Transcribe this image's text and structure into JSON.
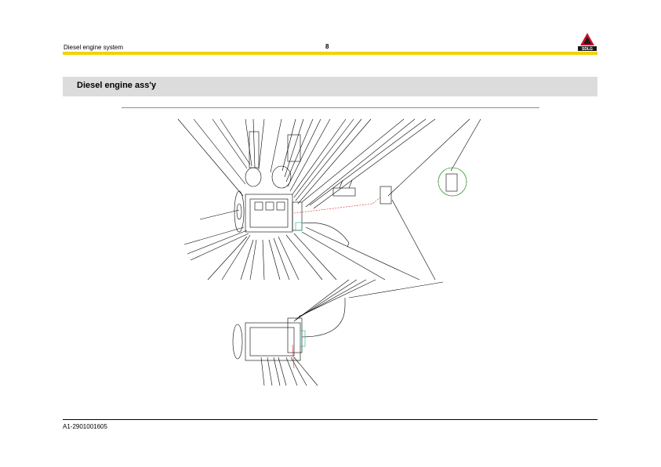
{
  "header": {
    "section": "Diesel engine system",
    "page_number": "8"
  },
  "brand": {
    "logo_text": "SDLG",
    "accent": "#f2d200",
    "logo_color": "#c8102e"
  },
  "section_title": "Diesel engine ass'y",
  "footer": {
    "code": "A1-2901001605"
  }
}
